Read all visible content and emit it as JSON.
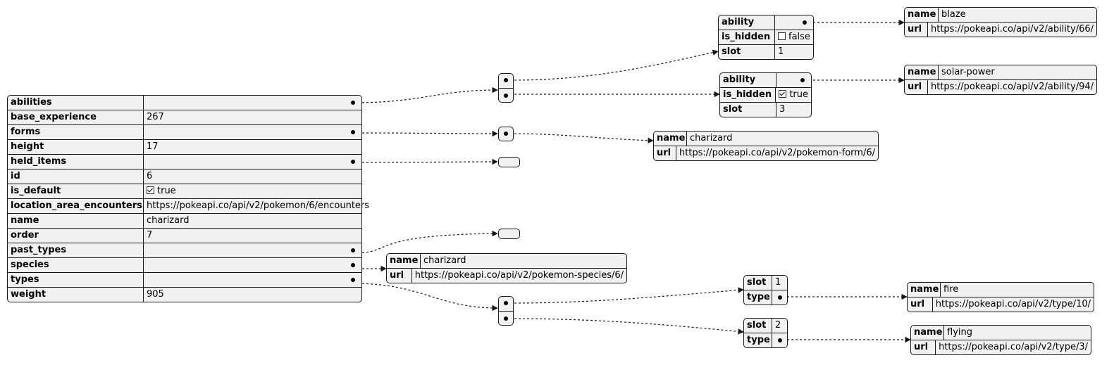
{
  "root": {
    "abilities": {
      "key": "abilities"
    },
    "base_experience": {
      "key": "base_experience",
      "value": "267"
    },
    "forms": {
      "key": "forms"
    },
    "height": {
      "key": "height",
      "value": "17"
    },
    "held_items": {
      "key": "held_items"
    },
    "id": {
      "key": "id",
      "value": "6"
    },
    "is_default": {
      "key": "is_default",
      "value": "true"
    },
    "location_area_encounters": {
      "key": "location_area_encounters",
      "value": "https://pokeapi.co/api/v2/pokemon/6/encounters"
    },
    "name": {
      "key": "name",
      "value": "charizard"
    },
    "order": {
      "key": "order",
      "value": "7"
    },
    "past_types": {
      "key": "past_types"
    },
    "species": {
      "key": "species"
    },
    "types": {
      "key": "types"
    },
    "weight": {
      "key": "weight",
      "value": "905"
    }
  },
  "abilities": [
    {
      "ability_key": "ability",
      "is_hidden_key": "is_hidden",
      "is_hidden": "false",
      "slot_key": "slot",
      "slot": "1",
      "ability_obj": {
        "name_key": "name",
        "name": "blaze",
        "url_key": "url",
        "url": "https://pokeapi.co/api/v2/ability/66/"
      }
    },
    {
      "ability_key": "ability",
      "is_hidden_key": "is_hidden",
      "is_hidden": "true",
      "slot_key": "slot",
      "slot": "3",
      "ability_obj": {
        "name_key": "name",
        "name": "solar-power",
        "url_key": "url",
        "url": "https://pokeapi.co/api/v2/ability/94/"
      }
    }
  ],
  "forms": [
    {
      "name_key": "name",
      "name": "charizard",
      "url_key": "url",
      "url": "https://pokeapi.co/api/v2/pokemon-form/6/"
    }
  ],
  "species": {
    "name_key": "name",
    "name": "charizard",
    "url_key": "url",
    "url": "https://pokeapi.co/api/v2/pokemon-species/6/"
  },
  "types": [
    {
      "slot_key": "slot",
      "slot": "1",
      "type_key": "type",
      "type_obj": {
        "name_key": "name",
        "name": "fire",
        "url_key": "url",
        "url": "https://pokeapi.co/api/v2/type/10/"
      }
    },
    {
      "slot_key": "slot",
      "slot": "2",
      "type_key": "type",
      "type_obj": {
        "name_key": "name",
        "name": "flying",
        "url_key": "url",
        "url": "https://pokeapi.co/api/v2/type/3/"
      }
    }
  ]
}
